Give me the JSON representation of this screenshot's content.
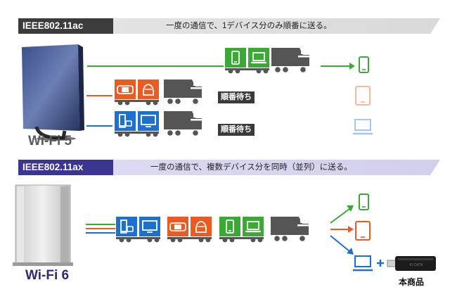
{
  "wifi5": {
    "standard": "IEEE802.11ac",
    "description": "一度の通信で、1デバイス分のみ順番に送る。",
    "router_label": "Wi-Fi 5",
    "waiting_label": "順番待ち",
    "label_color": "#5a5a5a",
    "banner_color": "#3c3c3c",
    "banner_fade": "#cfcfcf"
  },
  "wifi6": {
    "standard": "IEEE802.11ax",
    "description": "一度の通信で、複数デバイス分を同時（並列）に送る。",
    "router_label": "Wi-Fi 6",
    "label_color": "#2d2a7a",
    "banner_color": "#3a3590",
    "banner_fade": "#d6d3ee"
  },
  "product_label": "本商品",
  "colors": {
    "green": "#3aaa35",
    "orange": "#ea5a22",
    "blue": "#1f6fd0",
    "truck": "#555555",
    "green_faint": "#c6e8c2",
    "orange_faint": "#f8c9b5",
    "blue_faint": "#bcd4f4"
  },
  "icons": {
    "smartphone": "smartphone-icon",
    "tablet": "tablet-icon",
    "laptop": "laptop-icon",
    "game_console": "game-console-icon",
    "tv": "tv-icon",
    "handheld_game": "handheld-game-icon",
    "smart_speaker": "smart-speaker-icon",
    "usb_adapter": "usb-wifi-adapter-icon"
  }
}
